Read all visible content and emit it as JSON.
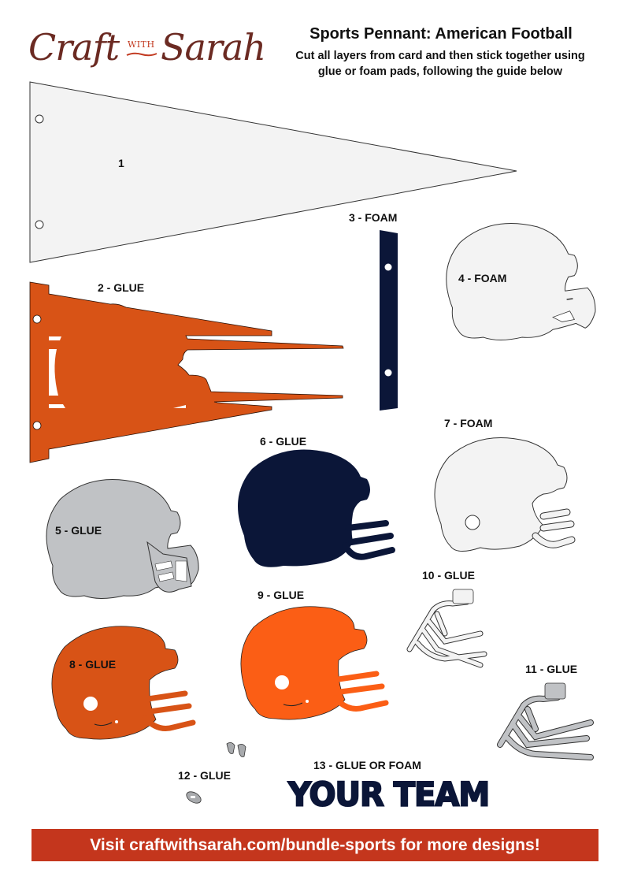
{
  "logo": {
    "left": "Craft",
    "middle": "WITH",
    "right": "Sarah"
  },
  "header": {
    "title": "Sports Pennant: American Football",
    "subtitle_line1": "Cut all layers from card and then stick together using",
    "subtitle_line2": "glue or foam pads, following the guide below"
  },
  "pieces": [
    {
      "id": 1,
      "label": "1",
      "shape": "pennant-base",
      "color": "#f3f3f3"
    },
    {
      "id": 2,
      "label": "2 - GLUE",
      "shape": "pennant-cutout",
      "color": "#d85316"
    },
    {
      "id": 3,
      "label": "3 - FOAM",
      "shape": "pole-strip",
      "color": "#0b1638"
    },
    {
      "id": 4,
      "label": "4 - FOAM",
      "shape": "helmet-shell",
      "color": "#f3f3f3"
    },
    {
      "id": 5,
      "label": "5 - GLUE",
      "shape": "helmet-with-facemask",
      "color": "#c0c2c5"
    },
    {
      "id": 6,
      "label": "6 - GLUE",
      "shape": "helmet-silhouette",
      "color": "#0b1638"
    },
    {
      "id": 7,
      "label": "7 - FOAM",
      "shape": "helmet-outline",
      "color": "#f3f3f3"
    },
    {
      "id": 8,
      "label": "8 - GLUE",
      "shape": "helmet-detail",
      "color": "#d85316"
    },
    {
      "id": 9,
      "label": "9 - GLUE",
      "shape": "helmet-detail",
      "color": "#fb5e15"
    },
    {
      "id": 10,
      "label": "10 - GLUE",
      "shape": "facemask",
      "color": "#f3f3f3"
    },
    {
      "id": 11,
      "label": "11 - GLUE",
      "shape": "facemask",
      "color": "#c0c2c5"
    },
    {
      "id": 12,
      "label": "12 - GLUE",
      "shape": "clips",
      "color": "#a8aaad"
    },
    {
      "id": 13,
      "label": "13 - GLUE OR FOAM",
      "shape": "text",
      "color": "#0b1638",
      "text": "YOUR TEAM"
    }
  ],
  "banner": {
    "text": "Visit craftwithsarah.com/bundle-sports for more designs!",
    "color": "#c4361d"
  }
}
